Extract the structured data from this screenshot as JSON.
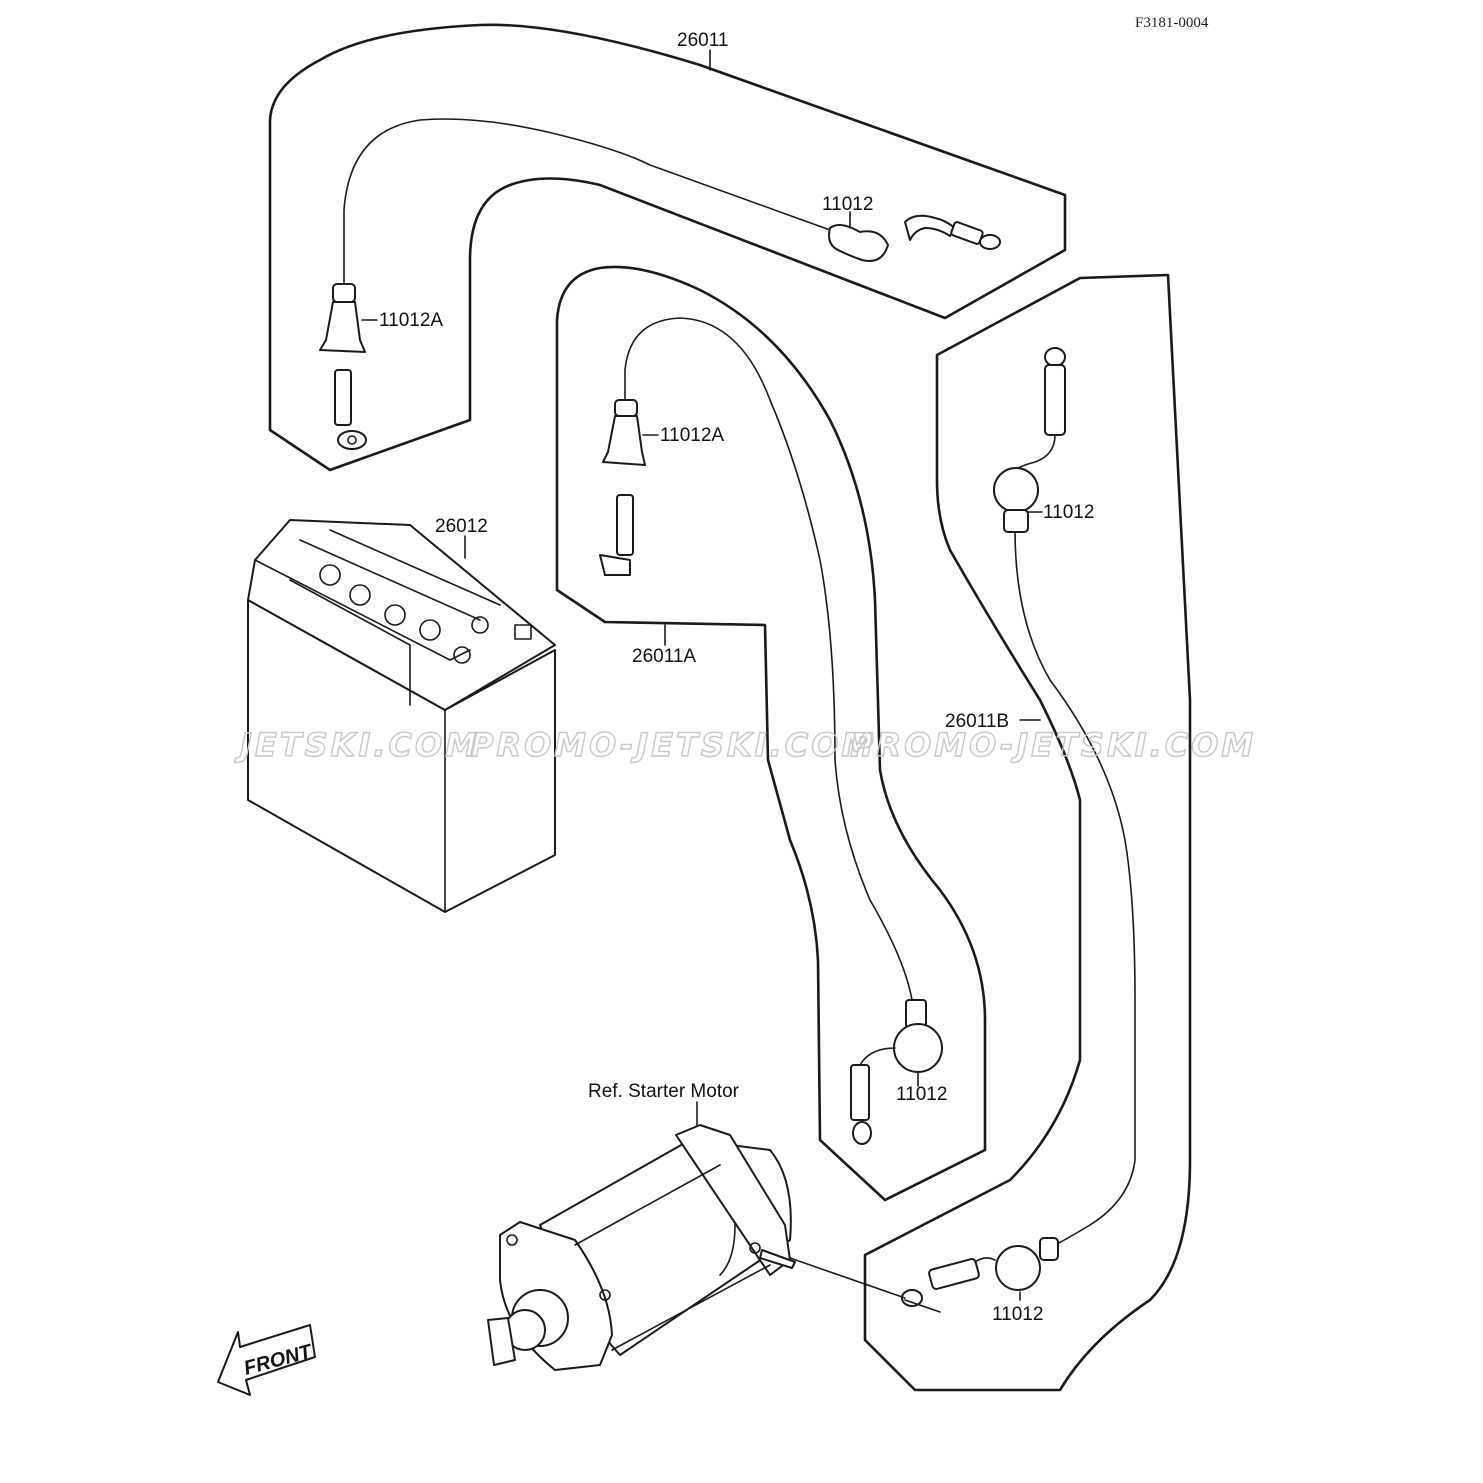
{
  "drawing_code": "F3181-0004",
  "labels": {
    "harness_top": "26011",
    "harness_a": "26011A",
    "harness_b": "26011B",
    "battery": "26012",
    "cap_top": "11012",
    "cap_left_top": "11012A",
    "cap_mid": "11012A",
    "cap_right": "11012",
    "cap_lower": "11012",
    "cap_bottom": "11012",
    "starter_ref": "Ref. Starter Motor"
  },
  "watermarks": [
    "JETSKI.COM",
    "PROMO-JETSKI.COM",
    "PROMO-JETSKI.COM"
  ],
  "front_indicator": "FRONT"
}
